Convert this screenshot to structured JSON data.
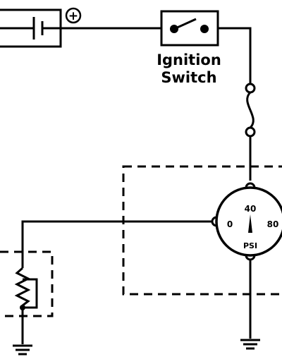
{
  "switch_label": {
    "line1": "Ignition",
    "line2": "Switch"
  },
  "battery": {
    "polarity_symbol": "+"
  },
  "gauge": {
    "unit": "PSI",
    "scale_labels": {
      "low": "0",
      "mid": "40",
      "high": "80"
    },
    "needle_value": 40
  },
  "colors": {
    "line": "#000000",
    "background": "#ffffff"
  }
}
